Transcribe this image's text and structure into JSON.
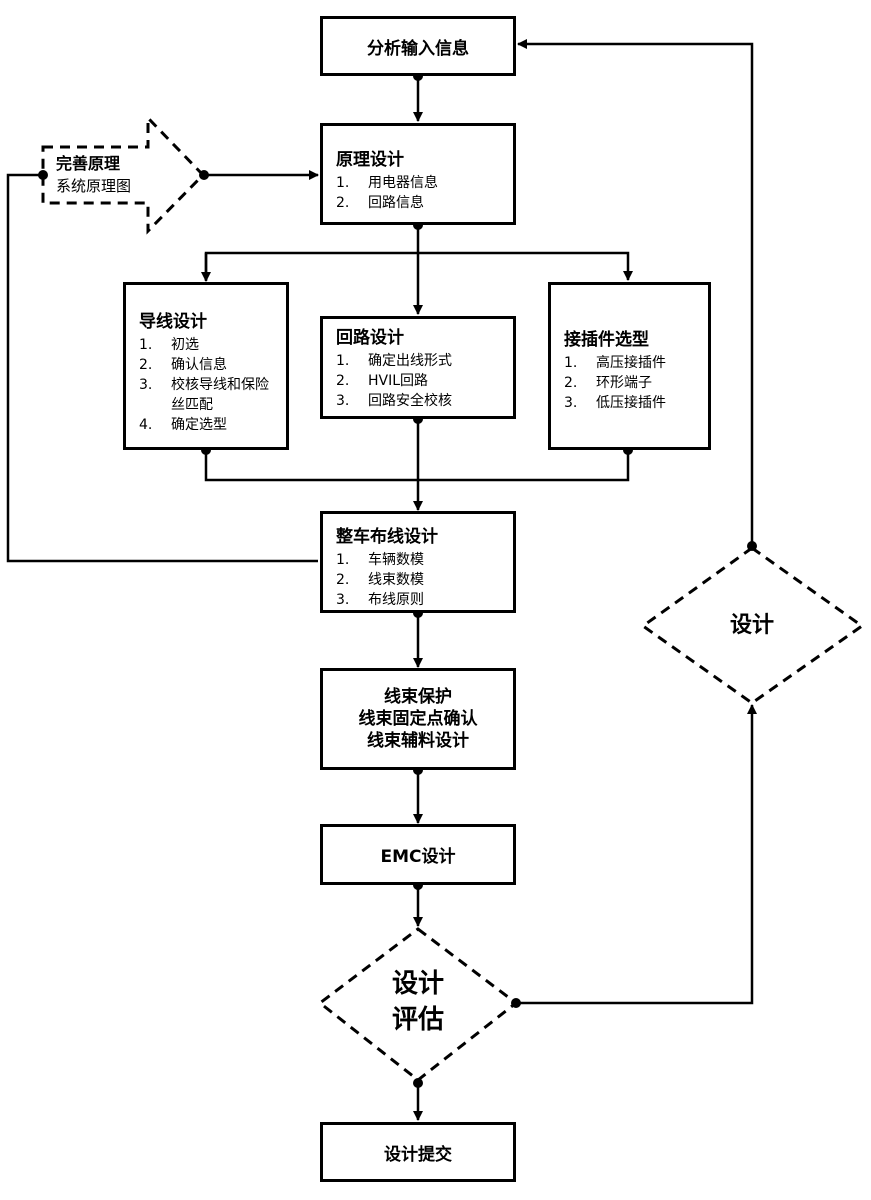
{
  "nodes": {
    "input": "分析输入信息",
    "principle": {
      "title": "原理设计",
      "items": [
        "用电器信息",
        "回路信息"
      ]
    },
    "perfect": {
      "title": "完善原理",
      "subtitle": "系统原理图"
    },
    "wire": {
      "title": "导线设计",
      "items": [
        "初选",
        "确认信息",
        "校核导线和保险丝匹配",
        "确定选型"
      ]
    },
    "circuit": {
      "title": "回路设计",
      "items": [
        "确定出线形式",
        "HVIL回路",
        "回路安全校核"
      ]
    },
    "connector": {
      "title": "接插件选型",
      "items": [
        "高压接插件",
        "环形端子",
        "低压接插件"
      ]
    },
    "routing": {
      "title": "整车布线设计",
      "items": [
        "车辆数模",
        "线束数模",
        "布线原则"
      ]
    },
    "protect": {
      "lines": [
        "线束保护",
        "线束固定点确认",
        "线束辅料设计"
      ]
    },
    "emc": "EMC设计",
    "evaluate": {
      "line1": "设计",
      "line2": "评估"
    },
    "design": "设计",
    "submit": "设计提交"
  }
}
